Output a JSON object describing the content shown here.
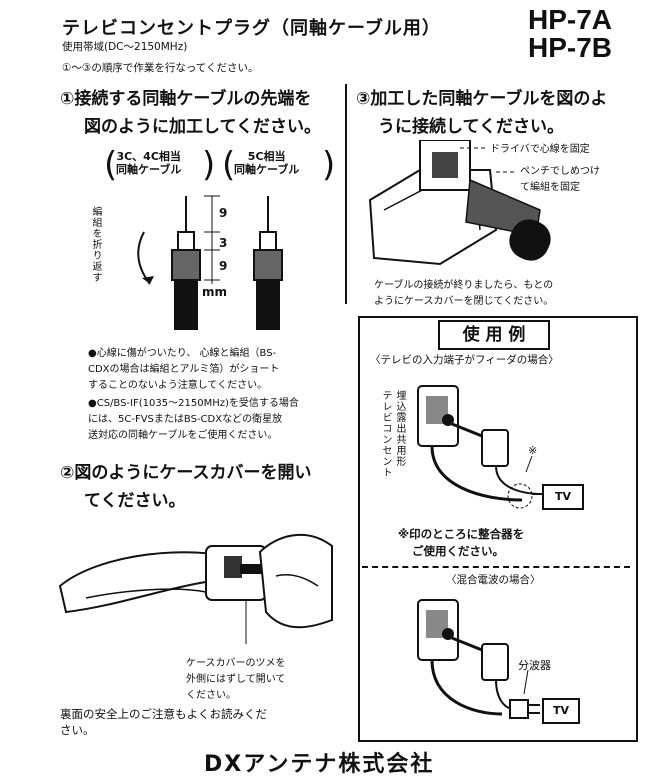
{
  "header": {
    "title": "テレビコンセントプラグ（同軸ケーブル用）",
    "freq": "使用帯域(DC〜2150MHz)",
    "instruction": "①〜③の順序で作業を行なってください。",
    "model1": "HP-7A",
    "model2": "HP-7B"
  },
  "step1": {
    "heading_l1": "①接続する同軸ケーブルの先端を",
    "heading_l2": "図のように加工してください。",
    "cable_a_l1": "3C、4C相当",
    "cable_a_l2": "同軸ケーブル",
    "cable_b_l1": "5C相当",
    "cable_b_l2": "同軸ケーブル",
    "fold_label": "編組を折り返す",
    "dim_top": "9",
    "dim_mid": "3",
    "dim_bot": "9",
    "dim_unit": "mm",
    "note1_l1": "●心線に傷がついたり、 心線と編組（BS-",
    "note1_l2": "CDXの場合は編組とアルミ箔）がショート",
    "note1_l3": "することのないよう注意してください。",
    "note2_l1": "●CS/BS-IF(1035〜2150MHz)を受信する場合",
    "note2_l2": "には、5C-FVSまたはBS-CDXなどの衛星放",
    "note2_l3": "送対応の同軸ケーブルをご使用ください。"
  },
  "step2": {
    "heading_l1": "②図のようにケースカバーを開い",
    "heading_l2": "てください。",
    "callout_l1": "ケースカバーのツメを",
    "callout_l2": "外側にはずして開いて",
    "callout_l3": "ください。",
    "safety_l1": "裏面の安全上のご注意もよくお読みくだ",
    "safety_l2": "さい。"
  },
  "step3": {
    "heading_l1": "③加工した同軸ケーブルを図のよ",
    "heading_l2": "うに接続してください。",
    "label_driver": "ドライバで心線を固定",
    "label_pliers_l1": "ペンチでしめつけ",
    "label_pliers_l2": "て編組を固定",
    "after_l1": "ケーブルの接続が終りましたら、もとの",
    "after_l2": "ようにケースカバーを閉じてください。"
  },
  "usage": {
    "title": "使 用 例",
    "case1": "〈テレビの入力端子がフィーダの場合〉",
    "outlet_label": "テレビコンセント",
    "outlet_type": "埋込露出共用形",
    "asterisk": "※",
    "tv1": "TV",
    "matcher_l1": "※印のところに整合器を",
    "matcher_l2": "ご使用ください。",
    "case2": "〈混合電波の場合〉",
    "splitter": "分波器",
    "tv2": "TV"
  },
  "footer": {
    "company": "DXアンテナ株式会社"
  }
}
